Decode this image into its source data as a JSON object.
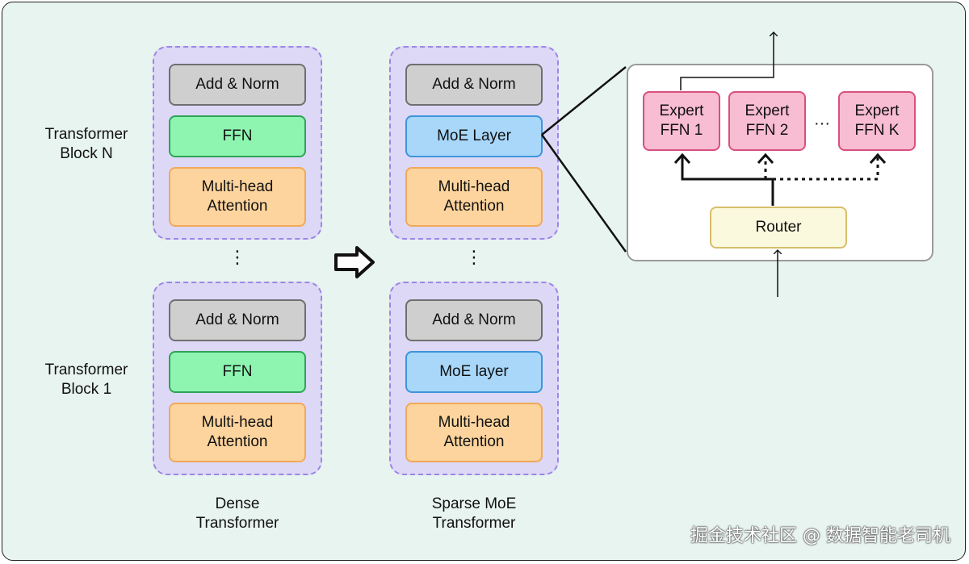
{
  "dense": {
    "caption": "Dense\nTransformer",
    "block_n": {
      "add_norm": "Add & Norm",
      "ffn": "FFN",
      "attention": "Multi-head\nAttention"
    },
    "block_1": {
      "add_norm": "Add & Norm",
      "ffn": "FFN",
      "attention": "Multi-head\nAttention"
    }
  },
  "sparse": {
    "caption": "Sparse MoE\nTransformer",
    "block_n": {
      "add_norm": "Add & Norm",
      "moe": "MoE Layer",
      "attention": "Multi-head\nAttention"
    },
    "block_1": {
      "add_norm": "Add & Norm",
      "moe": "MoE layer",
      "attention": "Multi-head\nAttention"
    }
  },
  "block_labels": {
    "n": "Transformer\nBlock N",
    "one": "Transformer\nBlock 1"
  },
  "vertical_ellipsis": "⋮",
  "moe_detail": {
    "experts": [
      {
        "label": "Expert\nFFN 1"
      },
      {
        "label": "Expert\nFFN 2"
      },
      {
        "label": "Expert\nFFN K"
      }
    ],
    "ellipsis": "···",
    "router": "Router"
  },
  "watermark": "掘金技术社区 @ 数据智能老司机",
  "colors": {
    "background": "#e8f4ef",
    "block_fill": "#ddd8f6",
    "block_border": "#9b86e6",
    "add_norm": "#cfcfcf",
    "ffn": "#8df5b0",
    "moe": "#a8d7fa",
    "attention": "#fdd49d",
    "expert": "#f8bcd3",
    "router": "#fbf9dd"
  }
}
